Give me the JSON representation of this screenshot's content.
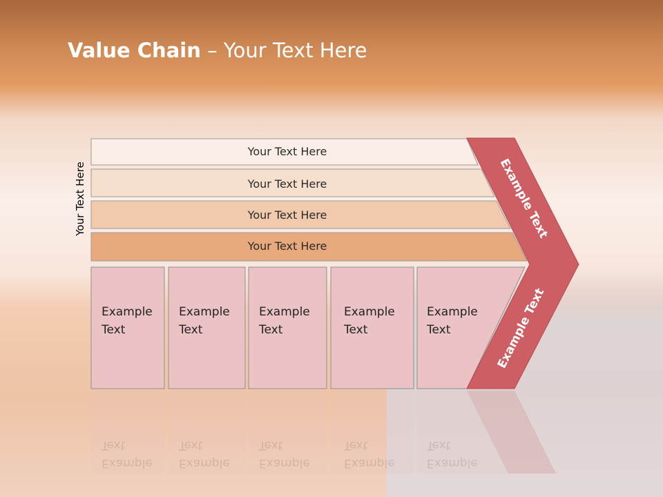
{
  "slide": {
    "title_bold": "Value Chain",
    "title_rest": " – Your Text Here",
    "side_label": "Your Text Here",
    "rows": [
      {
        "label": "Your Text Here",
        "fill": "#fbeee6"
      },
      {
        "label": "Your Text Here",
        "fill": "#f7dfce"
      },
      {
        "label": "Your Text Here",
        "fill": "#f1c9ad"
      },
      {
        "label": "Your Text Here",
        "fill": "#e8a97d"
      }
    ],
    "cells": [
      {
        "line1": "Example",
        "line2": "Text"
      },
      {
        "line1": "Example",
        "line2": "Text"
      },
      {
        "line1": "Example",
        "line2": "Text"
      },
      {
        "line1": "Example",
        "line2": "Text"
      },
      {
        "line1": "Example",
        "line2": "Text"
      }
    ],
    "arrow_top_label": "Example Text",
    "arrow_bottom_label": "Example Text",
    "colors": {
      "arrow": "#cd5e63",
      "cell": "#ebc3c5",
      "cell_border": "#8f8f8f"
    }
  }
}
